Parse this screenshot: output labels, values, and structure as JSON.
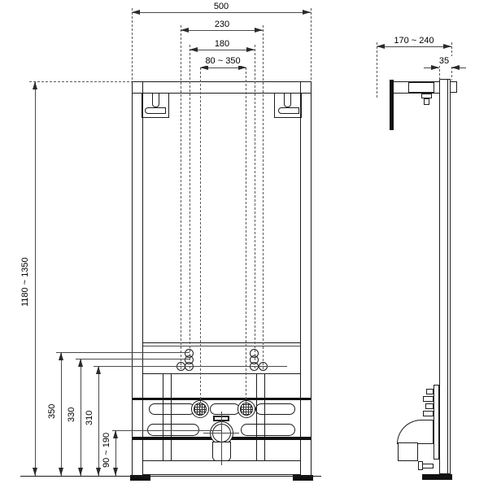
{
  "drawing": {
    "type": "installation-frame-technical-drawing",
    "front": {
      "dims": {
        "total_width": "500",
        "bracket_width": "230",
        "fixing_width": "180",
        "supply_width": "80 ~ 350",
        "frame_height": "1180 ~ 1350",
        "h350": "350",
        "h330": "330",
        "h310": "310",
        "outlet_height": "90 ~ 190"
      }
    },
    "side": {
      "dims": {
        "wall_distance": "170 ~ 240",
        "profile_depth": "35"
      }
    }
  }
}
